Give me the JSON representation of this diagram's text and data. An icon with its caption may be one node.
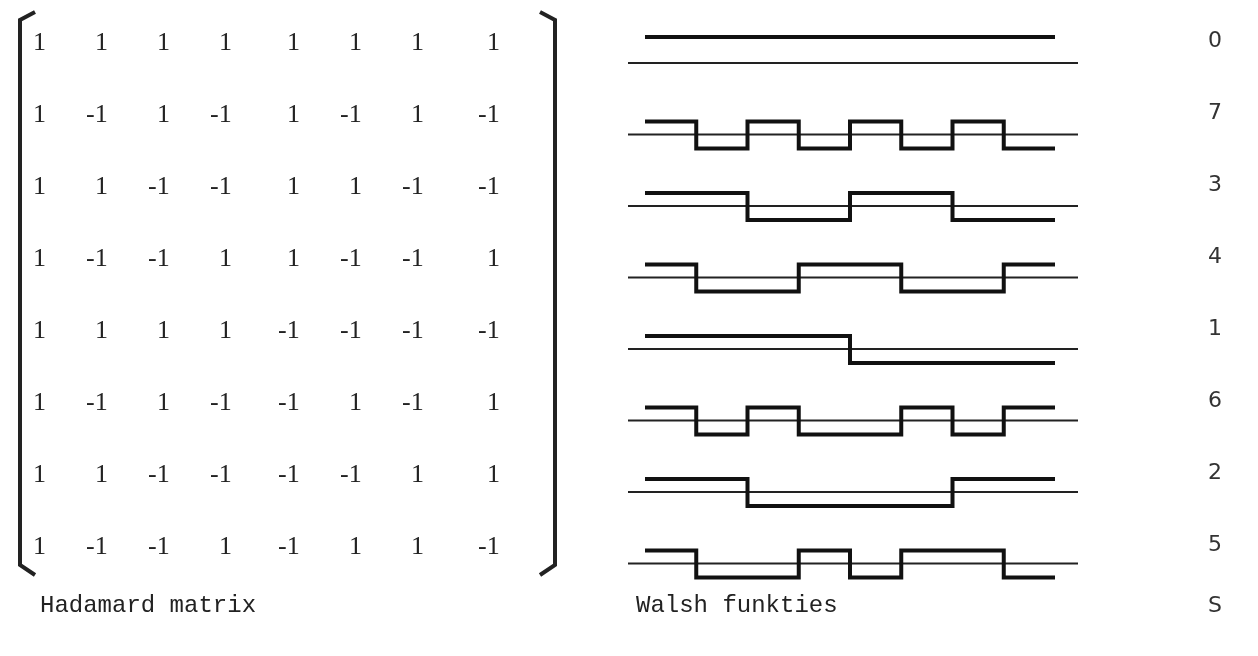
{
  "diagram": {
    "labels": [
      "1",
      "1",
      "1",
      "1",
      "1",
      "1",
      "1",
      "1",
      "1",
      "-1",
      "1",
      "-1",
      "1",
      "-1",
      "1",
      "-1",
      "1",
      "1",
      "-1",
      "-1",
      "1",
      "1",
      "-1",
      "-1",
      "1",
      "-1",
      "-1",
      "1",
      "1",
      "-1",
      "-1",
      "1",
      "1",
      "1",
      "1",
      "1",
      "-1",
      "-1",
      "-1",
      "-1",
      "1",
      "-1",
      "1",
      "-1",
      "-1",
      "1",
      "-1",
      "1",
      "1",
      "1",
      "-1",
      "-1",
      "-1",
      "-1",
      "1",
      "1",
      "1",
      "-1",
      "-1",
      "1",
      "-1",
      "1",
      "1",
      "-1",
      "0",
      "7",
      "3",
      "4",
      "1",
      "6",
      "2",
      "5",
      "Hadamard matrix",
      "Walsh funkties",
      "S"
    ]
  }
}
